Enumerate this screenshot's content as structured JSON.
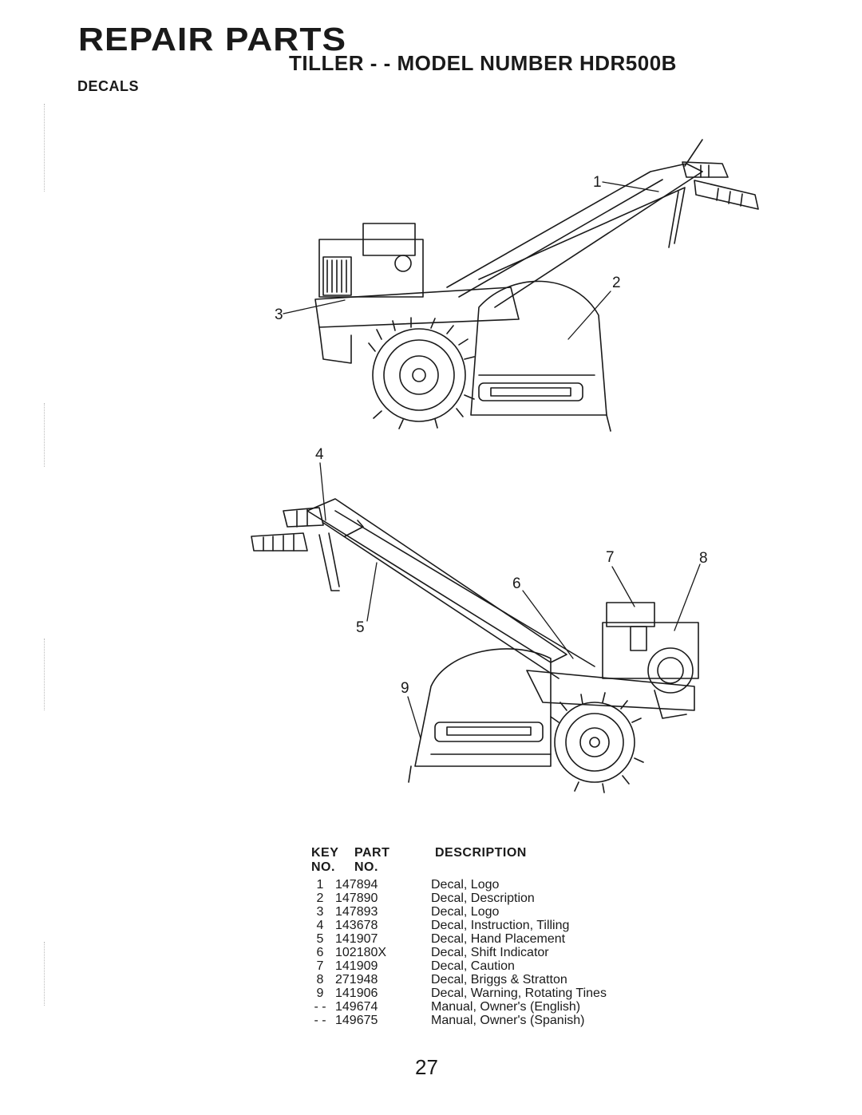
{
  "header": {
    "title": "REPAIR PARTS",
    "subtitle": "TILLER - - MODEL NUMBER HDR500B",
    "section": "DECALS"
  },
  "figure": {
    "callouts": [
      "1",
      "2",
      "3",
      "4",
      "5",
      "6",
      "7",
      "8",
      "9"
    ]
  },
  "parts_table": {
    "headers": {
      "key_line1": "KEY",
      "key_line2": "NO.",
      "part_line1": "PART",
      "part_line2": "NO.",
      "description": "DESCRIPTION"
    },
    "rows": [
      {
        "key": "1",
        "part": "147894",
        "description": "Decal, Logo"
      },
      {
        "key": "2",
        "part": "147890",
        "description": "Decal, Description"
      },
      {
        "key": "3",
        "part": "147893",
        "description": "Decal, Logo"
      },
      {
        "key": "4",
        "part": "143678",
        "description": "Decal, Instruction, Tilling"
      },
      {
        "key": "5",
        "part": "141907",
        "description": "Decal, Hand Placement"
      },
      {
        "key": "6",
        "part": "102180X",
        "description": "Decal, Shift Indicator"
      },
      {
        "key": "7",
        "part": "141909",
        "description": "Decal, Caution"
      },
      {
        "key": "8",
        "part": "271948",
        "description": "Decal, Briggs & Stratton"
      },
      {
        "key": "9",
        "part": "141906",
        "description": "Decal, Warning, Rotating Tines"
      },
      {
        "key": "- -",
        "part": "149674",
        "description": "Manual, Owner's (English)"
      },
      {
        "key": "- -",
        "part": "149675",
        "description": "Manual, Owner's (Spanish)"
      }
    ]
  },
  "footer": {
    "page_number": "27"
  }
}
